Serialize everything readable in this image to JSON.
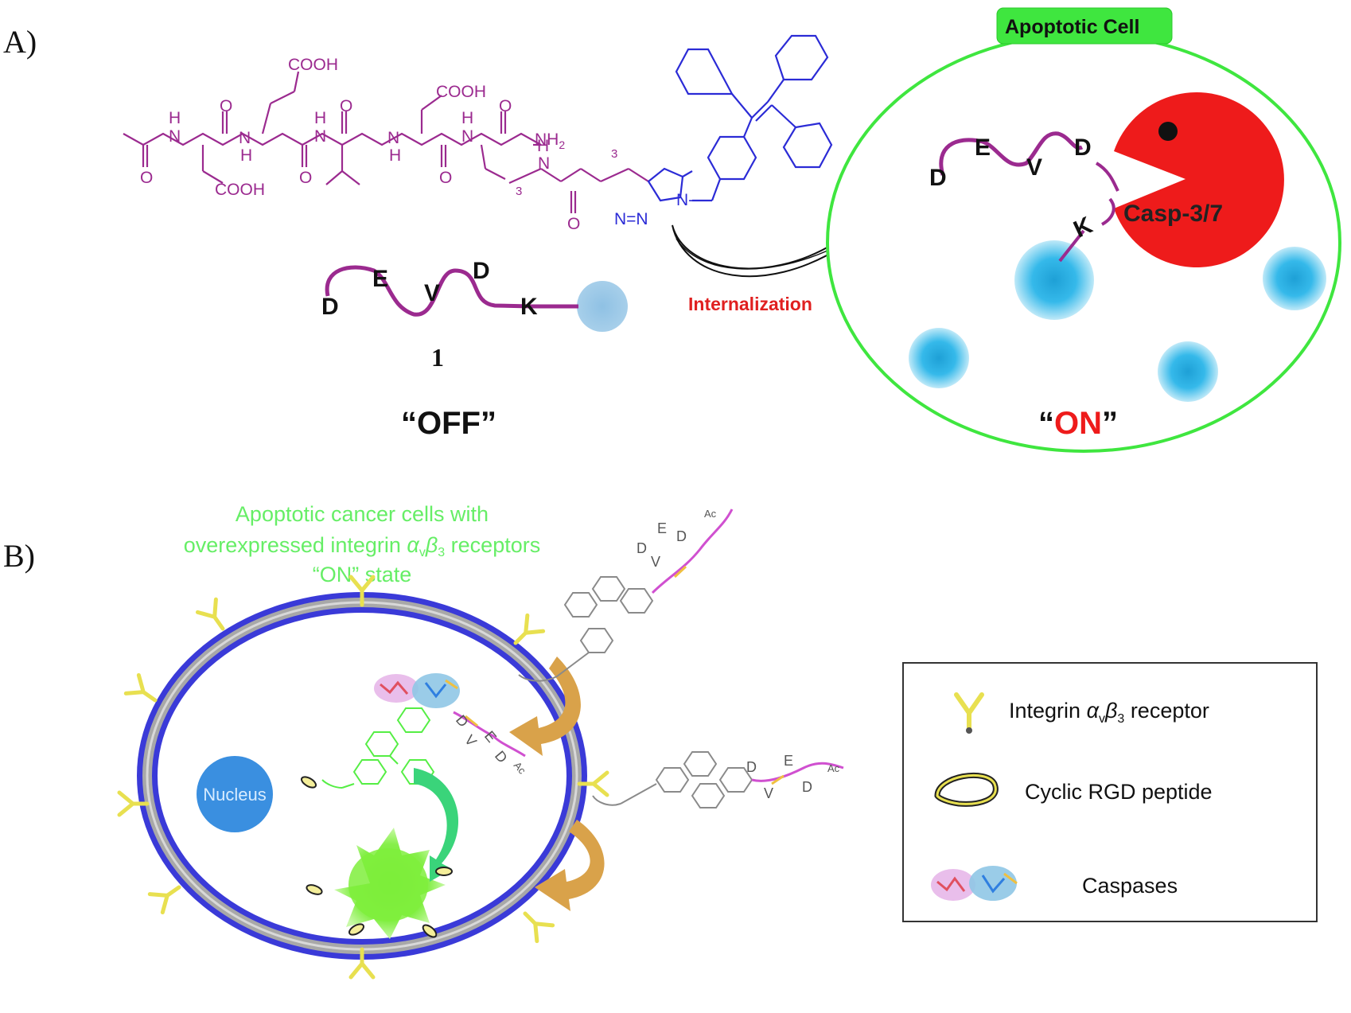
{
  "panel_a": {
    "label": "A)",
    "chem": {
      "cooh": "COOH",
      "nh2": "NH",
      "nh2_sub": "2",
      "h": "H",
      "n": "N",
      "o": "O",
      "sub3": "3",
      "triazole_n": "N",
      "triazole_n1": "N-",
      "triazole_nn": "N=N"
    },
    "peptide": [
      "D",
      "E",
      "V",
      "D",
      "K"
    ],
    "compound_number": "1",
    "off_label": "“OFF”",
    "arrow_label": "Internalization",
    "cell_label": "Apoptotic Cell",
    "enzyme_label": "Casp-3/7",
    "on_label": "“ON”"
  },
  "panel_b": {
    "label": "B)",
    "title_line1": "Apoptotic cancer cells with",
    "title_line2_pre": "overexpressed integrin ",
    "title_line2_alpha": "α",
    "title_line2_v": "v",
    "title_line2_beta": "β",
    "title_line2_3": "3",
    "title_line2_post": " receptors",
    "title_line3": "“ON” state",
    "nucleus_label": "Nucleus",
    "peptide_letters": [
      "D",
      "V",
      "E",
      "D",
      "Ac"
    ],
    "legend": {
      "integrin_pre": "Integrin ",
      "integrin_alpha": "α",
      "integrin_v": "v",
      "integrin_beta": "β",
      "integrin_3": "3",
      "integrin_post": " receptor",
      "rgd": "Cyclic RGD peptide",
      "caspases": "Caspases"
    }
  },
  "colors": {
    "peptide_magenta": "#9b2a8f",
    "tpe_blue": "#2b2bd6",
    "cell_green": "#3fe63f",
    "enzyme_red": "#ee1b1b",
    "arrow_label_red": "#e02020",
    "dot_blue": "#2fb6e6",
    "membrane_blue": "#3a3ad8",
    "bright_green": "#7cf040",
    "title_green": "#66ee66",
    "nucleus_blue": "#3a8fe0",
    "receptor_yellow": "#e8e050",
    "arrow_orange": "#d9a24a"
  }
}
